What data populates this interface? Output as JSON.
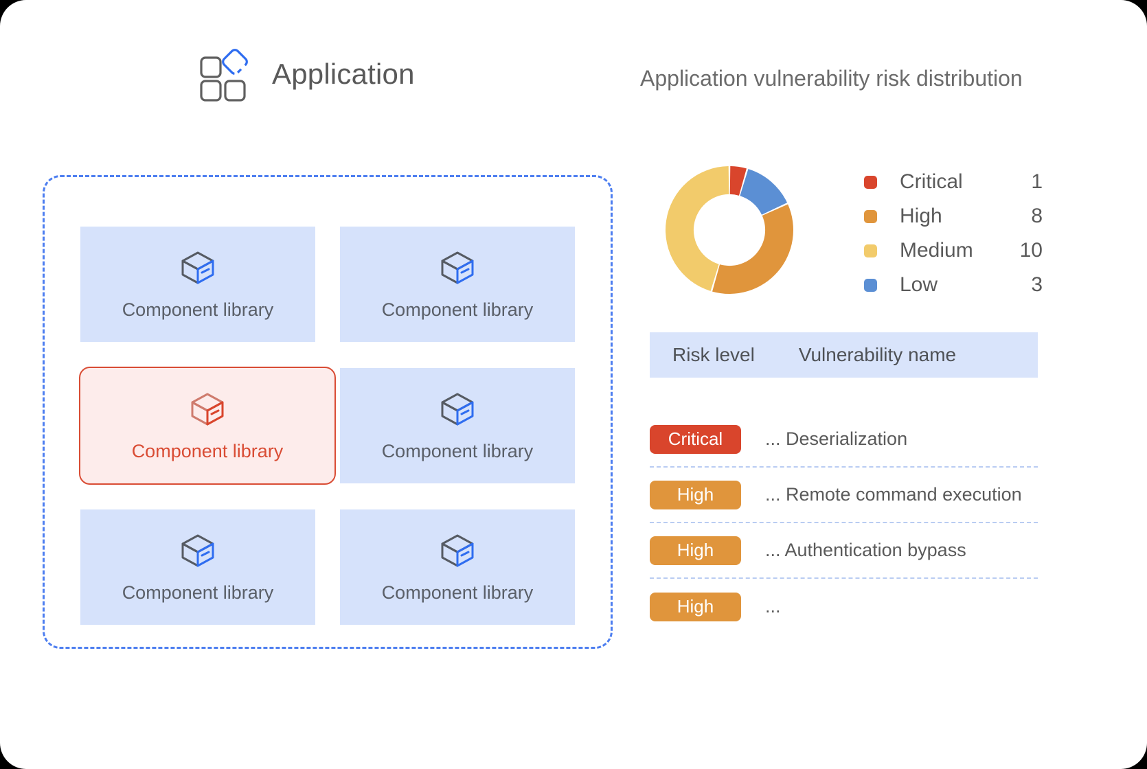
{
  "left": {
    "app_icon_name": "application-blocks-icon",
    "title": "Application",
    "cards": [
      {
        "icon": "box-icon",
        "label": "Component library",
        "selected": false
      },
      {
        "icon": "box-icon",
        "label": "Component library",
        "selected": false
      },
      {
        "icon": "box-icon",
        "label": "Component library",
        "selected": true
      },
      {
        "icon": "box-icon",
        "label": "Component library",
        "selected": false
      },
      {
        "icon": "box-icon",
        "label": "Component library",
        "selected": false
      },
      {
        "icon": "box-icon",
        "label": "Component library",
        "selected": false
      }
    ]
  },
  "right": {
    "title": "Application vulnerability risk distribution",
    "table": {
      "columns": [
        "Risk level",
        "Vulnerability name"
      ],
      "rows": [
        {
          "level": "Critical",
          "name": "... Deserialization"
        },
        {
          "level": "High",
          "name": "... Remote command execution"
        },
        {
          "level": "High",
          "name": "... Authentication bypass"
        },
        {
          "level": "High",
          "name": "..."
        }
      ]
    }
  },
  "colors": {
    "critical": "#d9452c",
    "high": "#e0953c",
    "medium": "#f2cb6b",
    "low": "#5b8fd4",
    "card_bg": "#d6e2fb",
    "selected_border": "#d94c34",
    "dashed_blue": "#4d7ef0"
  },
  "chart_data": {
    "type": "pie",
    "title": "Application vulnerability risk distribution",
    "legend_position": "right",
    "categories": [
      "Critical",
      "High",
      "Medium",
      "Low"
    ],
    "values": [
      1,
      8,
      10,
      3
    ],
    "total": 22,
    "slice_colors": [
      "#d9452c",
      "#e0953c",
      "#f2cb6b",
      "#5b8fd4"
    ],
    "draw_order": [
      "Critical",
      "Low",
      "High",
      "Medium"
    ],
    "start_angle": 0,
    "inner_radius_ratio": 0.56
  }
}
